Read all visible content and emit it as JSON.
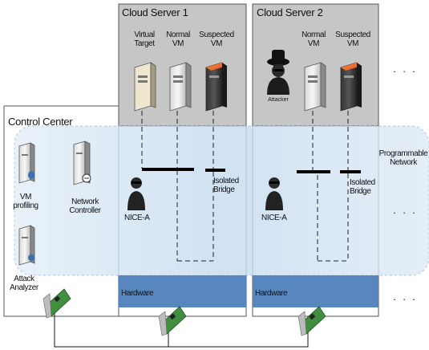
{
  "control_center": {
    "title": "Control Center"
  },
  "cloud_servers": [
    {
      "title": "Cloud Server 1",
      "hardware_label": "Hardware",
      "nice_label": "NICE-A",
      "bridge_label": "Isolated\nBridge"
    },
    {
      "title": "Cloud Server 2",
      "hardware_label": "Hardware",
      "nice_label": "NICE-A",
      "bridge_label": "Isolated\nBridge"
    }
  ],
  "vm_labels": {
    "virtual_target": "Virtual\nTarget",
    "normal_vm": "Normal\nVM",
    "suspected_vm": "Suspected\nVM",
    "attacker": "Attacker"
  },
  "control_components": {
    "vm_profiling": "VM\nprofiling",
    "attack_analyzer": "Attack\nAnalyzer",
    "network_controller": "Network\nController"
  },
  "programmable_network": "Programmable\nNetwork",
  "ellipsis": "· · ·",
  "colors": {
    "server_box": "#c8c8c8",
    "network_band": "#c7ddf0",
    "hardware": "#4f81bd",
    "vm_normal": "#f2f2f2",
    "vm_suspected": "#e8622a",
    "nic_board": "#3a8a3a"
  }
}
